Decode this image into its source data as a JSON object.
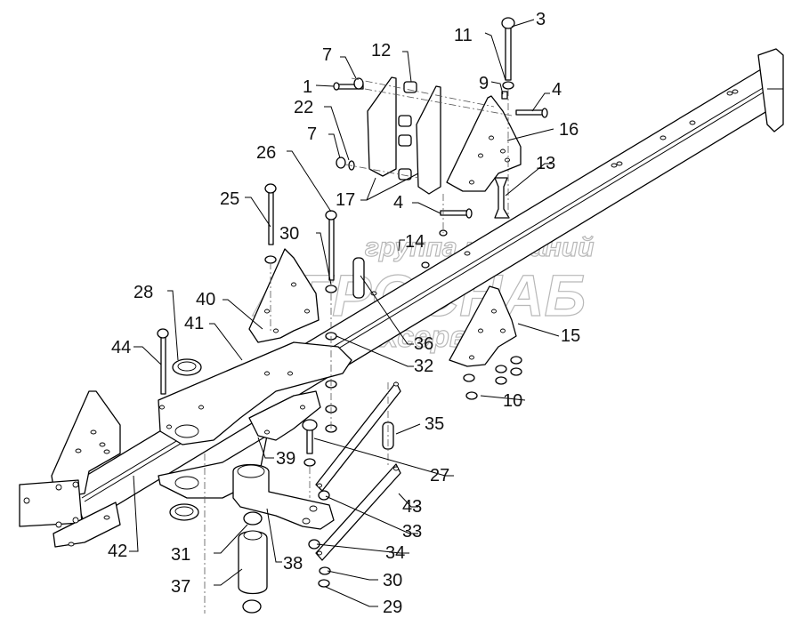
{
  "diagram": {
    "title": "Exploded parts diagram — frame beam assembly",
    "colors": {
      "line": "#000000",
      "background": "#ffffff",
      "watermark": "#b8b8b8"
    },
    "watermark": {
      "line1": "группа компаний",
      "line2": "АГРОСНАБ",
      "line3": "техсервис"
    },
    "callouts": [
      {
        "id": "c3",
        "label": "3"
      },
      {
        "id": "c11",
        "label": "11"
      },
      {
        "id": "c12",
        "label": "12"
      },
      {
        "id": "c7a",
        "label": "7"
      },
      {
        "id": "c1",
        "label": "1"
      },
      {
        "id": "c9",
        "label": "9"
      },
      {
        "id": "c4a",
        "label": "4"
      },
      {
        "id": "c22",
        "label": "22"
      },
      {
        "id": "c16",
        "label": "16"
      },
      {
        "id": "c7b",
        "label": "7"
      },
      {
        "id": "c26",
        "label": "26"
      },
      {
        "id": "c13",
        "label": "13"
      },
      {
        "id": "c17",
        "label": "17"
      },
      {
        "id": "c25",
        "label": "25"
      },
      {
        "id": "c4b",
        "label": "4"
      },
      {
        "id": "c30a",
        "label": "30"
      },
      {
        "id": "c14",
        "label": "14"
      },
      {
        "id": "c28",
        "label": "28"
      },
      {
        "id": "c40",
        "label": "40"
      },
      {
        "id": "c41",
        "label": "41"
      },
      {
        "id": "c15",
        "label": "15"
      },
      {
        "id": "c36",
        "label": "36"
      },
      {
        "id": "c44",
        "label": "44"
      },
      {
        "id": "c32",
        "label": "32"
      },
      {
        "id": "c10",
        "label": "10"
      },
      {
        "id": "c35",
        "label": "35"
      },
      {
        "id": "c39",
        "label": "39"
      },
      {
        "id": "c27",
        "label": "27"
      },
      {
        "id": "c42",
        "label": "42"
      },
      {
        "id": "c43",
        "label": "43"
      },
      {
        "id": "c33",
        "label": "33"
      },
      {
        "id": "c31",
        "label": "31"
      },
      {
        "id": "c38",
        "label": "38"
      },
      {
        "id": "c34",
        "label": "34"
      },
      {
        "id": "c37",
        "label": "37"
      },
      {
        "id": "c30b",
        "label": "30"
      },
      {
        "id": "c29",
        "label": "29"
      }
    ]
  }
}
